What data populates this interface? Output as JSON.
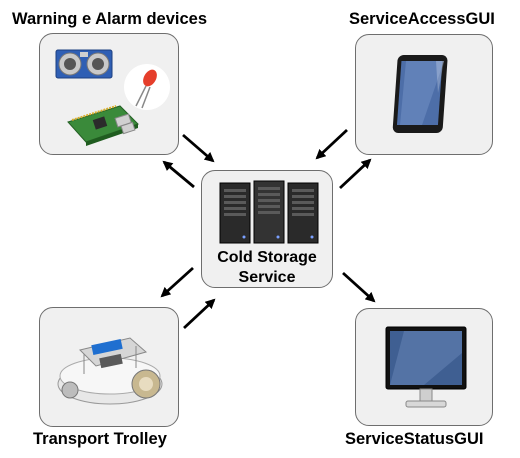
{
  "nodes": {
    "warning": {
      "label": "Warning e Alarm devices"
    },
    "access": {
      "label": "ServiceAccessGUI"
    },
    "center": {
      "label_line1": "Cold Storage",
      "label_line2": "Service"
    },
    "trolley": {
      "label": "Transport Trolley"
    },
    "status": {
      "label": "ServiceStatusGUI"
    }
  },
  "edges": [
    {
      "from": "center",
      "to": "warning",
      "arrow": "both"
    },
    {
      "from": "center",
      "to": "access",
      "arrow": "both"
    },
    {
      "from": "center",
      "to": "trolley",
      "arrow": "both"
    },
    {
      "from": "center",
      "to": "status",
      "arrow": "to"
    }
  ],
  "colors": {
    "box_fill": "#f0f0f0",
    "box_border": "#6e6e6e",
    "arrow": "#000000"
  }
}
